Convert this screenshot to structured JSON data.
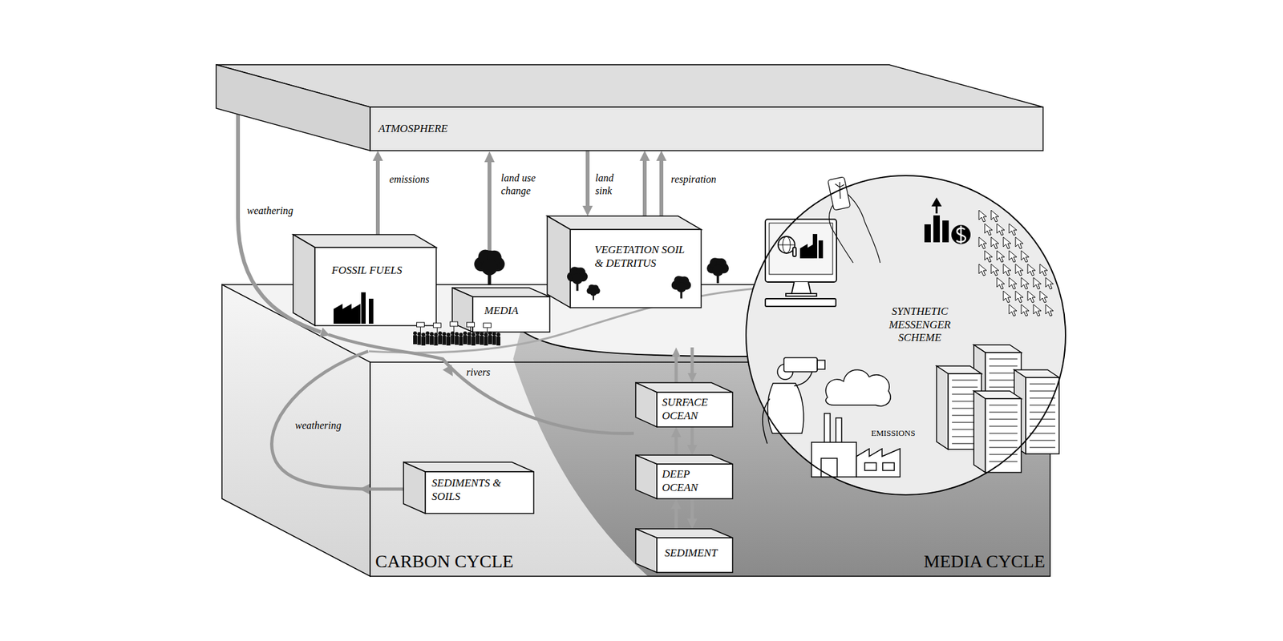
{
  "diagram": {
    "nodes": [
      {
        "text": [
          "ATMOSPHERE"
        ]
      },
      {
        "text": [
          "FOSSIL FUELS"
        ]
      },
      {
        "text": [
          "VEGETATION SOIL & DETRITUS"
        ]
      },
      {
        "text": [
          "MEDIA"
        ]
      },
      {
        "text": [
          "SYNTHETIC MESSENGER SCHEME"
        ]
      },
      {
        "text": [
          "SURFACE OCEAN"
        ]
      },
      {
        "text": [
          "DEEP OCEAN"
        ]
      },
      {
        "text": [
          "SEDIMENTS & SOILS"
        ]
      },
      {
        "text": [
          "SEDIMENT"
        ]
      }
    ],
    "edges": [
      {
        "from": 1,
        "to": 0,
        "arrow": "to",
        "label": "emissions"
      },
      {
        "from": 0,
        "to": 2,
        "arrow": "to",
        "label": "land sink"
      },
      {
        "from": 2,
        "to": 0,
        "arrow": "to"
      },
      {
        "from": 2,
        "to": 0,
        "arrow": "to",
        "label": "respiration"
      },
      {
        "from": 5,
        "to": 6,
        "arrow": "to"
      },
      {
        "from": 6,
        "to": 5,
        "arrow": "to"
      },
      {
        "from": 6,
        "to": 8,
        "arrow": "to"
      },
      {
        "from": 8,
        "to": 6,
        "arrow": "to"
      }
    ],
    "labels": [
      "weathering",
      "land use change",
      "rivers",
      "weathering",
      "EMISSIONS",
      "CARBON CYCLE",
      "MEDIA CYCLE"
    ]
  }
}
